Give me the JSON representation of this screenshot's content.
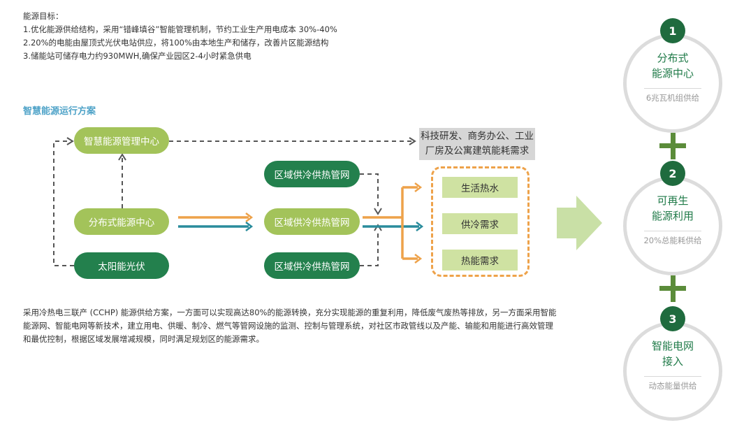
{
  "goals": {
    "heading": "能源目标：",
    "items": [
      "1.优化能源供给结构，采用“错峰填谷”智能管理机制，节约工业生产用电成本 30%-40%",
      "2.20%的电能由屋顶式光伏电站供应，将100%由本地生产和储存，改善片区能源结构",
      "3.储能站可储存电力约930MWH,确保产业园区2-4小时紧急供电"
    ]
  },
  "scheme": {
    "title": "智慧能源运行方案",
    "nodes": {
      "management_center": "智慧能源管理中心",
      "distributed_center": "分布式能源中心",
      "solar_pv": "太阳能光伏",
      "network_top": "区域供冷供热管网",
      "network_mid": "区域供冷供热管网",
      "network_bottom": "区域供冷供热管网"
    },
    "building_demand": [
      "科技研发、商务办公、工业",
      "厂房及公寓建筑能耗需求"
    ],
    "demands": [
      "生活热水",
      "供冷需求",
      "热能需求"
    ]
  },
  "description": "采用冷热电三联产 (CCHP) 能源供给方案，一方面可以实现高达80%的能源转换，充分实现能源的重复利用，降低废气废热等排放，另一方面采用智能能源网、智能电网等新技术，建立用电、供暖、制冷、燃气等管网设施的监测、控制与管理系统，对社区市政管线以及产能、输能和用能进行高效管理和最优控制，根据区域发展增减规模，同时满足规划区的能源需求。",
  "steps": [
    {
      "number": "1",
      "title_line1": "分布式",
      "title_line2": "能源中心",
      "subtitle": "6兆瓦机组供给"
    },
    {
      "number": "2",
      "title_line1": "可再生",
      "title_line2": "能源利用",
      "subtitle": "20%总能耗供给"
    },
    {
      "number": "3",
      "title_line1": "智能电网",
      "title_line2": "接入",
      "subtitle": "动态能量供给"
    }
  ],
  "colors": {
    "light_green": "#a3c35a",
    "dark_green": "#23804d",
    "orange": "#eea24a",
    "teal": "#2a8c9c",
    "accent_blue": "#4fa3c8",
    "step_green": "#1f6b3e",
    "plus_green": "#5b8c3a",
    "big_arrow": "#c9e0a6"
  }
}
